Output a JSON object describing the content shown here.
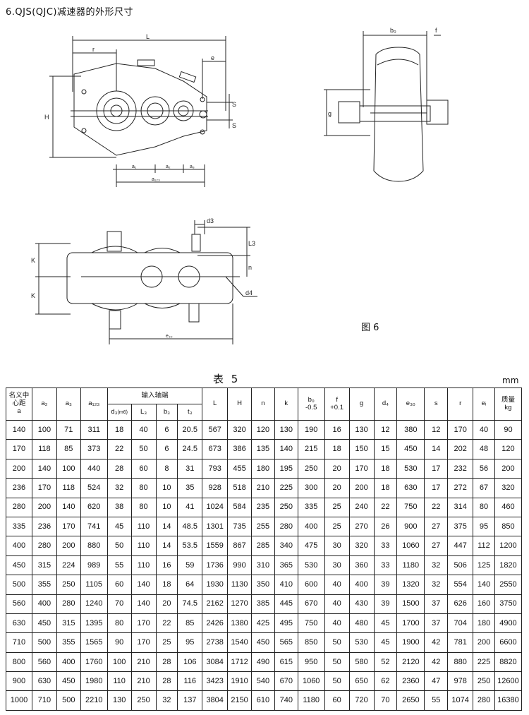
{
  "heading": "6.QJS(QJC)减速器的外形尺寸",
  "figure_label": "图 6",
  "table_title": "表 5",
  "unit": "mm",
  "drawing_labels": {
    "L": "L",
    "r": "r",
    "e": "e",
    "H": "H",
    "S": "S",
    "a1": "a₁",
    "a2": "a₂",
    "a3": "a₃",
    "a123": "a₁₂₃",
    "b0": "b₀",
    "f": "f",
    "g": "g",
    "d3": "d3",
    "L3": "L3",
    "n": "n",
    "d4": "d4",
    "K": "K",
    "e30": "e₃₀"
  },
  "table": {
    "head": {
      "nominal": "名义中心距",
      "nominal_sub": "a",
      "a2": "a₂",
      "a3": "a₃",
      "a123": "a₁₂₃",
      "input_shaft": "输入轴端",
      "d3": "d₃",
      "d3_sub": "(m6)",
      "L3": "L₃",
      "b3": "b₃",
      "t3": "t₃",
      "L": "L",
      "H": "H",
      "n": "n",
      "k": "k",
      "b0": "b₀",
      "b0_tol": "-0.5",
      "f": "f",
      "f_tol": "+0.1",
      "g": "g",
      "d4": "d₄",
      "e30": "e₃₀",
      "s": "s",
      "r": "r",
      "e": "eᵢ",
      "mass": "质量",
      "mass_unit": "kg"
    },
    "rows": [
      [
        "140",
        "100",
        "71",
        "311",
        "18",
        "40",
        "6",
        "20.5",
        "567",
        "320",
        "120",
        "130",
        "190",
        "16",
        "130",
        "12",
        "380",
        "12",
        "170",
        "40",
        "90"
      ],
      [
        "170",
        "118",
        "85",
        "373",
        "22",
        "50",
        "6",
        "24.5",
        "673",
        "386",
        "135",
        "140",
        "215",
        "18",
        "150",
        "15",
        "450",
        "14",
        "202",
        "48",
        "120"
      ],
      [
        "200",
        "140",
        "100",
        "440",
        "28",
        "60",
        "8",
        "31",
        "793",
        "455",
        "180",
        "195",
        "250",
        "20",
        "170",
        "18",
        "530",
        "17",
        "232",
        "56",
        "200"
      ],
      [
        "236",
        "170",
        "118",
        "524",
        "32",
        "80",
        "10",
        "35",
        "928",
        "518",
        "210",
        "225",
        "300",
        "20",
        "200",
        "18",
        "630",
        "17",
        "272",
        "67",
        "320"
      ],
      [
        "280",
        "200",
        "140",
        "620",
        "38",
        "80",
        "10",
        "41",
        "1024",
        "584",
        "235",
        "250",
        "335",
        "25",
        "240",
        "22",
        "750",
        "22",
        "314",
        "80",
        "460"
      ],
      [
        "335",
        "236",
        "170",
        "741",
        "45",
        "110",
        "14",
        "48.5",
        "1301",
        "735",
        "255",
        "280",
        "400",
        "25",
        "270",
        "26",
        "900",
        "27",
        "375",
        "95",
        "850"
      ],
      [
        "400",
        "280",
        "200",
        "880",
        "50",
        "110",
        "14",
        "53.5",
        "1559",
        "867",
        "285",
        "340",
        "475",
        "30",
        "320",
        "33",
        "1060",
        "27",
        "447",
        "112",
        "1200"
      ],
      [
        "450",
        "315",
        "224",
        "989",
        "55",
        "110",
        "16",
        "59",
        "1736",
        "990",
        "310",
        "365",
        "530",
        "30",
        "360",
        "33",
        "1180",
        "32",
        "506",
        "125",
        "1820"
      ],
      [
        "500",
        "355",
        "250",
        "1105",
        "60",
        "140",
        "18",
        "64",
        "1930",
        "1130",
        "350",
        "410",
        "600",
        "40",
        "400",
        "39",
        "1320",
        "32",
        "554",
        "140",
        "2550"
      ],
      [
        "560",
        "400",
        "280",
        "1240",
        "70",
        "140",
        "20",
        "74.5",
        "2162",
        "1270",
        "385",
        "445",
        "670",
        "40",
        "430",
        "39",
        "1500",
        "37",
        "626",
        "160",
        "3750"
      ],
      [
        "630",
        "450",
        "315",
        "1395",
        "80",
        "170",
        "22",
        "85",
        "2426",
        "1380",
        "425",
        "495",
        "750",
        "40",
        "480",
        "45",
        "1700",
        "37",
        "704",
        "180",
        "4900"
      ],
      [
        "710",
        "500",
        "355",
        "1565",
        "90",
        "170",
        "25",
        "95",
        "2738",
        "1540",
        "450",
        "565",
        "850",
        "50",
        "530",
        "45",
        "1900",
        "42",
        "781",
        "200",
        "6600"
      ],
      [
        "800",
        "560",
        "400",
        "1760",
        "100",
        "210",
        "28",
        "106",
        "3084",
        "1712",
        "490",
        "615",
        "950",
        "50",
        "580",
        "52",
        "2120",
        "42",
        "880",
        "225",
        "8820"
      ],
      [
        "900",
        "630",
        "450",
        "1980",
        "110",
        "210",
        "28",
        "116",
        "3423",
        "1910",
        "540",
        "670",
        "1060",
        "50",
        "650",
        "62",
        "2360",
        "47",
        "978",
        "250",
        "12600"
      ],
      [
        "1000",
        "710",
        "500",
        "2210",
        "130",
        "250",
        "32",
        "137",
        "3804",
        "2150",
        "610",
        "740",
        "1180",
        "60",
        "720",
        "70",
        "2650",
        "55",
        "1074",
        "280",
        "16380"
      ]
    ]
  }
}
